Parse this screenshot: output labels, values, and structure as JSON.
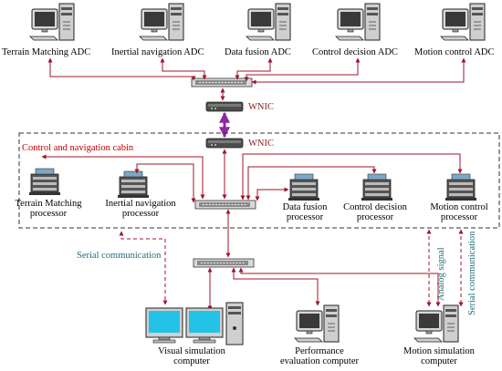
{
  "top_row": {
    "labels": [
      "Terrain Matching ADC",
      "Inertial navigation  ADC",
      "Data  fusion ADC",
      "Control decision ADC",
      "Motion control ADC"
    ]
  },
  "wnic": {
    "top": "WNIC",
    "bottom": "WNIC"
  },
  "cabin": {
    "title": "Control and navigation cabin",
    "processors": [
      {
        "line1": "Terrain Matching",
        "line2": "processor"
      },
      {
        "line1": "Inertial navigation",
        "line2": "processor"
      },
      {
        "line1": "Data fusion",
        "line2": "processor"
      },
      {
        "line1": "Control decision",
        "line2": "processor"
      },
      {
        "line1": "Motion control",
        "line2": "processor"
      }
    ]
  },
  "links": {
    "serial_left": "Serial communication",
    "analog": "Analog signal",
    "serial_right": "Serial communication"
  },
  "bottom_row": {
    "visual": {
      "line1": "Visual simulation",
      "line2": "computer"
    },
    "performance": {
      "line1": "Performance",
      "line2": "evaluation computer"
    },
    "motion": {
      "line1": "Motion simulation",
      "line2": "computer"
    }
  },
  "colors": {
    "link": "#a0142a",
    "wnic_link": "#8b2a9e",
    "teal_text": "#1f6f7a",
    "red_text": "#c00000"
  }
}
